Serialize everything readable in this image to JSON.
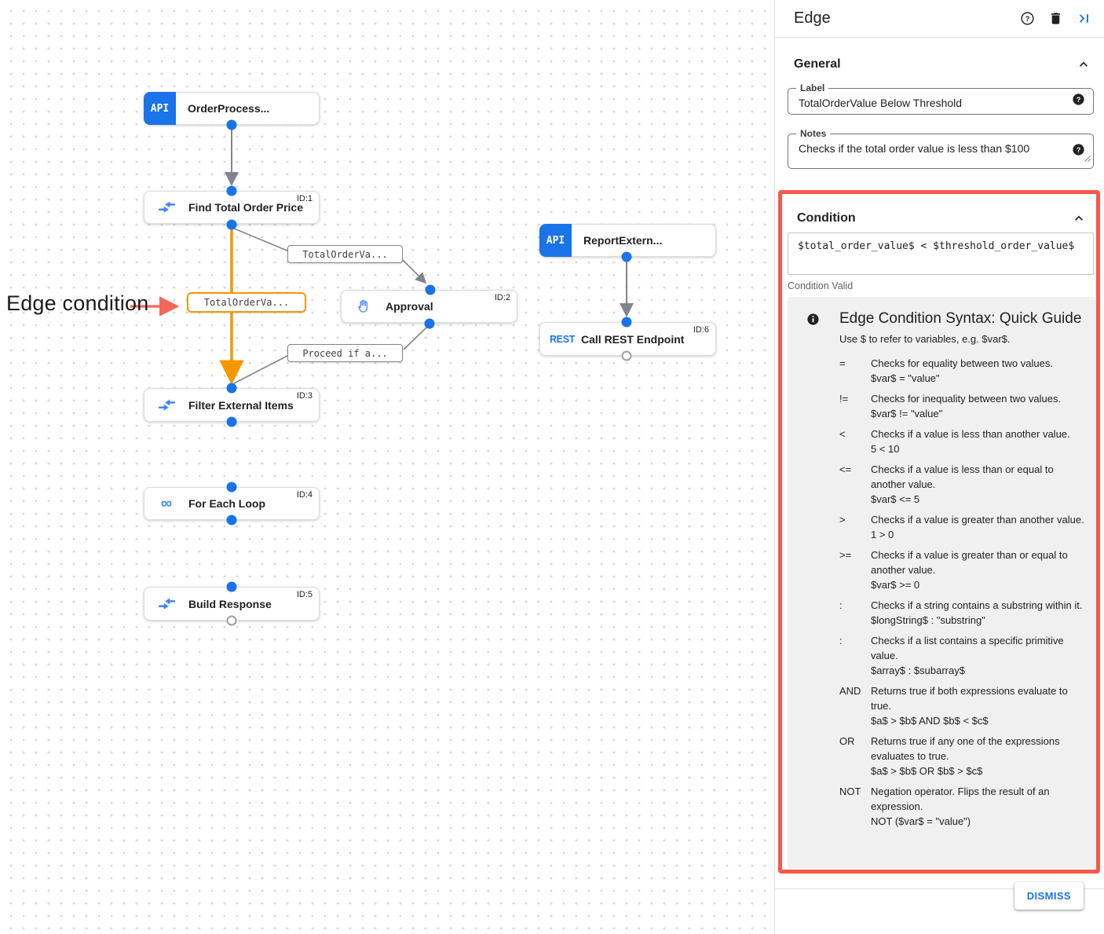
{
  "colors": {
    "accent_blue": "#1a73e8",
    "icon_blue": "#4285f4",
    "edge_gray": "#80868b",
    "highlight_orange": "#f29900",
    "annotation_red": "#f4594a",
    "guide_bg": "#f0f0f0"
  },
  "canvas": {
    "annotation": {
      "text": "Edge condition"
    },
    "nodes": [
      {
        "label": "OrderProcess...",
        "icon": "api",
        "badge": "API",
        "id_label": ""
      },
      {
        "label": "Find Total Order Price",
        "icon": "data-mapping",
        "badge": "",
        "id_label": "ID:1"
      },
      {
        "label": "Approval",
        "icon": "approval-hand",
        "badge": "",
        "id_label": "ID:2"
      },
      {
        "label": "ReportExtern...",
        "icon": "api",
        "badge": "API",
        "id_label": ""
      },
      {
        "label": "Call REST Endpoint",
        "icon": "rest",
        "badge": "REST",
        "id_label": "ID:6"
      },
      {
        "label": "Filter External Items",
        "icon": "data-mapping",
        "badge": "",
        "id_label": "ID:3"
      },
      {
        "label": "For Each Loop",
        "icon": "loop",
        "badge": "∞",
        "id_label": "ID:4"
      },
      {
        "label": "Build Response",
        "icon": "data-mapping",
        "badge": "",
        "id_label": "ID:5"
      }
    ],
    "edge_labels": [
      {
        "text": "TotalOrderVa...",
        "highlighted": false
      },
      {
        "text": "TotalOrderVa...",
        "highlighted": true
      },
      {
        "text": "Proceed if a...",
        "highlighted": false
      }
    ]
  },
  "panel": {
    "title": "Edge",
    "general": {
      "section_label": "General",
      "label_field": {
        "label": "Label",
        "value": "TotalOrderValue Below Threshold"
      },
      "notes_field": {
        "label": "Notes",
        "value": "Checks if the total order value is less than $100"
      }
    },
    "condition": {
      "section_label": "Condition",
      "expression": "$total_order_value$ < $threshold_order_value$",
      "status": "Condition Valid",
      "guide": {
        "title": "Edge Condition Syntax: Quick Guide",
        "subtitle": "Use $ to refer to variables, e.g. $var$.",
        "rows": [
          {
            "op": "=",
            "desc": "Checks for equality between two values.",
            "example": "$var$ = \"value\""
          },
          {
            "op": "!=",
            "desc": "Checks for inequality between two values.",
            "example": "$var$ != \"value\""
          },
          {
            "op": "<",
            "desc": "Checks if a value is less than another value.",
            "example": "5 < 10"
          },
          {
            "op": "<=",
            "desc": "Checks if a value is less than or equal to another value.",
            "example": "$var$ <= 5"
          },
          {
            "op": ">",
            "desc": "Checks if a value is greater than another value.",
            "example": "1 > 0"
          },
          {
            "op": ">=",
            "desc": "Checks if a value is greater than or equal to another value.",
            "example": "$var$ >= 0"
          },
          {
            "op": ":",
            "desc": "Checks if a string contains a substring within it.",
            "example": "$longString$ : \"substring\""
          },
          {
            "op": ":",
            "desc": "Checks if a list contains a specific primitive value.",
            "example": "$array$ : $subarray$"
          },
          {
            "op": "AND",
            "desc": "Returns true if both expressions evaluate to true.",
            "example": "$a$ > $b$ AND $b$ < $c$"
          },
          {
            "op": "OR",
            "desc": "Returns true if any one of the expressions evaluates to true.",
            "example": "$a$ > $b$ OR $b$ > $c$"
          },
          {
            "op": "NOT",
            "desc": "Negation operator. Flips the result of an expression.",
            "example": "NOT ($var$ = \"value\")"
          }
        ]
      }
    },
    "dismiss_label": "DISMISS"
  }
}
